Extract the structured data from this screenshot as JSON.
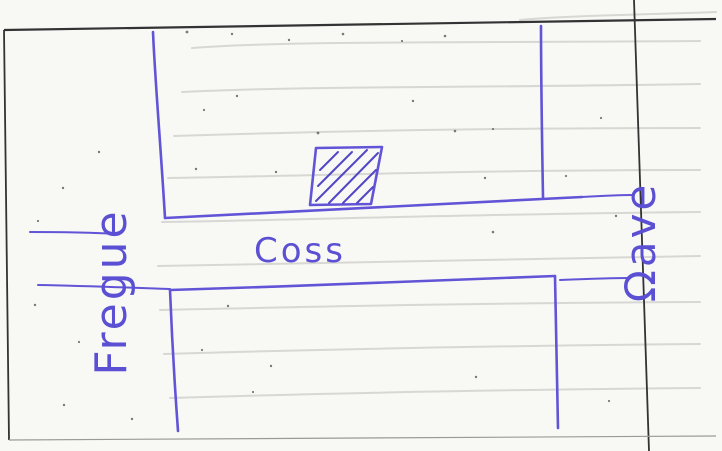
{
  "diagram": {
    "labels": {
      "left": "Fregue",
      "right": "Ωave",
      "center": "Coss"
    },
    "colors": {
      "ink": "#6254d6",
      "paper": "#f8f8f5",
      "border": "#2f2f2f",
      "show_through": "#c9c9c4"
    }
  }
}
